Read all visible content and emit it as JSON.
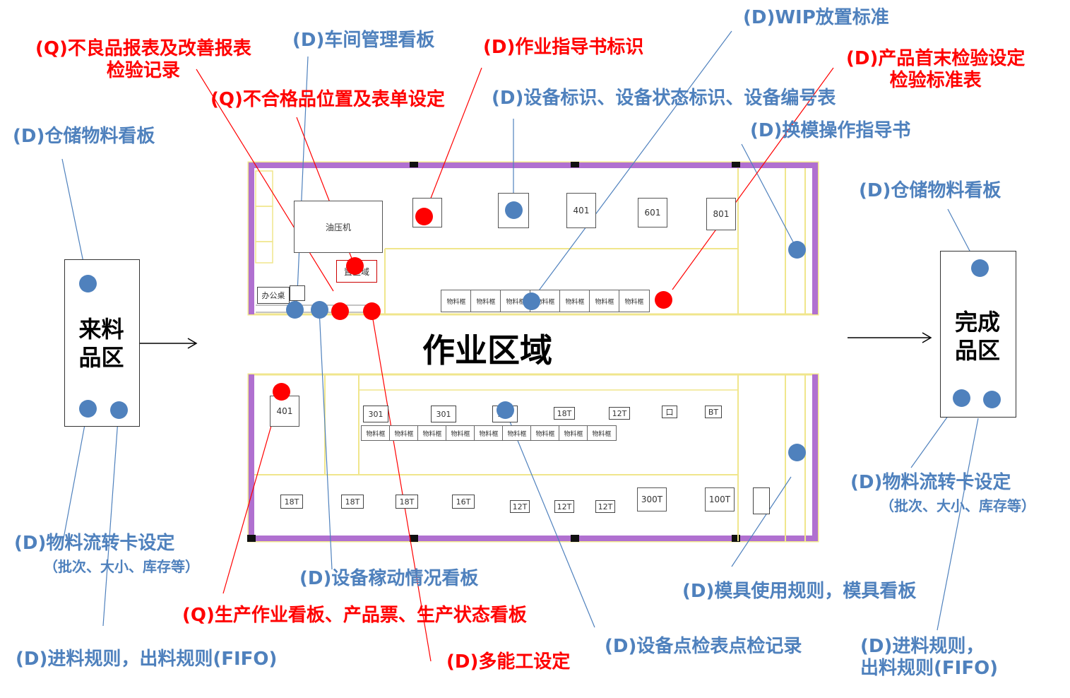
{
  "colors": {
    "blue": "#4f81bd",
    "red": "#ff0000",
    "wall": "#a050c8",
    "yellow": "#f0e68c"
  },
  "zones": {
    "incoming": "来料\n品区",
    "finished": "完成\n品区",
    "work": "作业区域"
  },
  "labels": {
    "q_defect_report": "(Q)不良品报表及改善报表\n检验记录",
    "d_workshop_board": "(D)车间管理看板",
    "d_work_instruction": "(D)作业指导书标识",
    "d_wip": "(D)WIP放置标准",
    "d_first_last": "(D)产品首末检验设定\n检验标准表",
    "q_nonconforming": "(Q)不合格品位置及表单设定",
    "d_equipment_id": "(D)设备标识、设备状态标识、设备编号表",
    "d_storage_left": "(D)仓储物料看板",
    "d_die_change": "(D)换模操作指导书",
    "d_storage_right": "(D)仓储物料看板",
    "d_flow_card_left": "(D)物料流转卡设定",
    "d_flow_card_left_sub": "（批次、大小、库存等）",
    "d_equipment_status": "(D)设备稼动情况看板",
    "q_production_board": "(Q)生产作业看板、产品票、生产状态看板",
    "d_fifo_left": "(D)进料规则，出料规则(FIFO)",
    "d_multiskill": "(D)多能工设定",
    "d_inspection": "(D)设备点检表点检记录",
    "d_mold": "(D)模具使用规则，模具看板",
    "d_flow_card_right": "(D)物料流转卡设定",
    "d_flow_card_right_sub": "（批次、大小、库存等）",
    "d_fifo_right": "(D)进料规则，\n出料规则(FIFO)"
  },
  "floorplan": {
    "hydraulic_press": "油压机",
    "defect_area": "置区域",
    "office": "办公桌",
    "material_box": "物料框",
    "machines_top": [
      "601",
      "401",
      "601",
      "801"
    ],
    "machines_bottom": [
      "401",
      "301",
      "301",
      "301"
    ],
    "small_marks_mid": [
      "18T",
      "12T",
      "口",
      "BT"
    ],
    "small_marks_low": [
      "18T",
      "18T",
      "18T",
      "16T",
      "12T",
      "12T",
      "12T"
    ],
    "machines_low": [
      "300T",
      "100T"
    ]
  }
}
